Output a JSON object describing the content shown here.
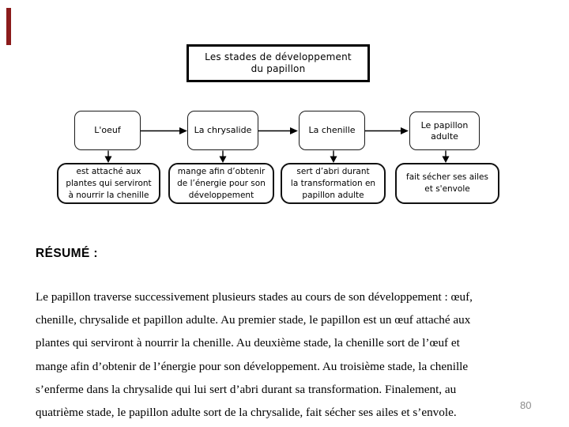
{
  "slide": {
    "colors": {
      "accent_bar": "#8B1B1B",
      "page_number": "#8C8C8C"
    },
    "page_number": "80",
    "diagram": {
      "title_lines": [
        "Les stades de développement",
        "du papillon"
      ],
      "stages": [
        {
          "label_lines": [
            "L'oeuf"
          ],
          "desc_lines": [
            "est attaché aux",
            "plantes qui serviront",
            "à nourrir la chenille"
          ]
        },
        {
          "label_lines": [
            "La chrysalide"
          ],
          "desc_lines": [
            "mange afin d’obtenir",
            "de l’énergie pour son",
            "développement"
          ]
        },
        {
          "label_lines": [
            "La chenille"
          ],
          "desc_lines": [
            "sert d’abri durant",
            "la transformation en",
            "papillon adulte"
          ]
        },
        {
          "label_lines": [
            "Le papillon",
            "adulte"
          ],
          "desc_lines": [
            "fait sécher ses ailes",
            "et s'envole"
          ]
        }
      ]
    },
    "summary": {
      "heading": "RÉSUMÉ :",
      "lines": [
        "Le papillon traverse successivement plusieurs stades au cours de son développement : œuf,",
        "chenille, chrysalide et papillon adulte. Au premier stade, le papillon est un œuf attaché aux",
        "plantes qui serviront à nourrir la chenille. Au deuxième stade, la chenille sort de l’œuf et",
        "mange afin d’obtenir de l’énergie pour son développement. Au troisième stade, la chenille",
        "s’enferme dans la chrysalide qui lui sert d’abri durant sa transformation. Finalement, au",
        "quatrième stade, le papillon adulte sort de la chrysalide, fait sécher ses ailes et s’envole."
      ]
    }
  }
}
